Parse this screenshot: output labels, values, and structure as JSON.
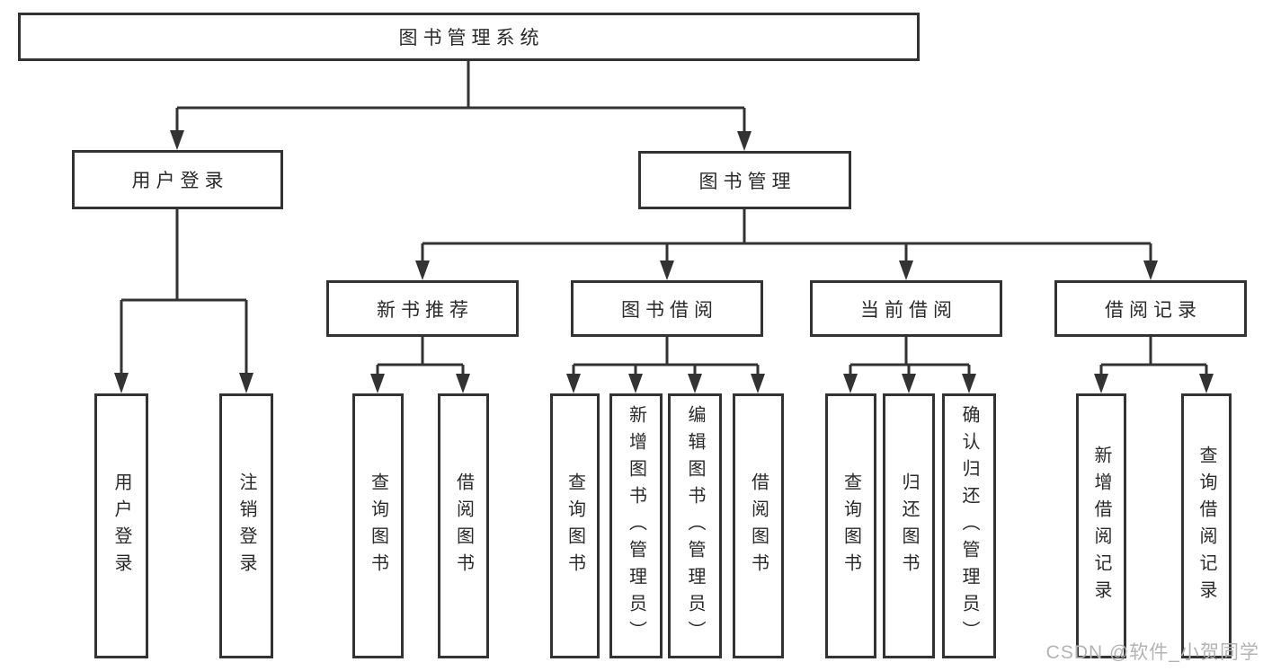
{
  "diagram": {
    "type": "hierarchy-tree",
    "tree": {
      "root": {
        "label": "图书管理系统",
        "children": [
          {
            "label": "用户登录",
            "children": [
              {
                "label": "用户登录"
              },
              {
                "label": "注销登录"
              }
            ]
          },
          {
            "label": "图书管理",
            "children": [
              {
                "label": "新书推荐",
                "children": [
                  {
                    "label": "查询图书"
                  },
                  {
                    "label": "借阅图书"
                  }
                ]
              },
              {
                "label": "图书借阅",
                "children": [
                  {
                    "label": "查询图书"
                  },
                  {
                    "label": "新增图书（管理员）"
                  },
                  {
                    "label": "编辑图书（管理员）"
                  },
                  {
                    "label": "借阅图书"
                  }
                ]
              },
              {
                "label": "当前借阅",
                "children": [
                  {
                    "label": "查询图书"
                  },
                  {
                    "label": "归还图书"
                  },
                  {
                    "label": "确认归还（管理员）"
                  }
                ]
              },
              {
                "label": "借阅记录",
                "children": [
                  {
                    "label": "新增借阅记录"
                  },
                  {
                    "label": "查询借阅记录"
                  }
                ]
              }
            ]
          }
        ]
      }
    }
  },
  "watermark": {
    "text": "CSDN @软件_小贺同学"
  },
  "colors": {
    "line": "#333333",
    "text": "#2a2a2a",
    "watermark": "#b3b3b3",
    "background": "#ffffff"
  }
}
